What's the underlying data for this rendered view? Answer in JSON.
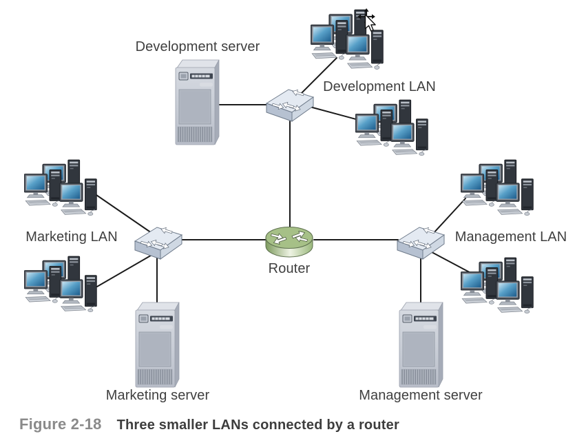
{
  "figure": {
    "number": "Figure 2-18",
    "caption": "Three smaller LANs connected by a router"
  },
  "labels": {
    "development_server": "Development server",
    "development_lan": "Development LAN",
    "marketing_lan": "Marketing LAN",
    "management_lan": "Management LAN",
    "router": "Router",
    "marketing_server": "Marketing server",
    "management_server": "Management server"
  },
  "diagram": {
    "type": "network-topology",
    "nodes": [
      {
        "id": "router",
        "kind": "router",
        "label": "Router"
      },
      {
        "id": "development-switch",
        "kind": "switch",
        "lan": "Development LAN"
      },
      {
        "id": "marketing-switch",
        "kind": "switch",
        "lan": "Marketing LAN"
      },
      {
        "id": "management-switch",
        "kind": "switch",
        "lan": "Management LAN"
      },
      {
        "id": "development-server",
        "kind": "server",
        "label": "Development server"
      },
      {
        "id": "marketing-server",
        "kind": "server",
        "label": "Marketing server"
      },
      {
        "id": "management-server",
        "kind": "server",
        "label": "Management server"
      },
      {
        "id": "development-workstations-top",
        "kind": "workstation-cluster",
        "computers": 3
      },
      {
        "id": "development-workstations-bottom",
        "kind": "workstation-cluster",
        "computers": 3
      },
      {
        "id": "marketing-workstations-top",
        "kind": "workstation-cluster",
        "computers": 3
      },
      {
        "id": "marketing-workstations-bottom",
        "kind": "workstation-cluster",
        "computers": 3
      },
      {
        "id": "management-workstations-top",
        "kind": "workstation-cluster",
        "computers": 3
      },
      {
        "id": "management-workstations-bottom",
        "kind": "workstation-cluster",
        "computers": 3
      }
    ],
    "edges": [
      [
        "development-server",
        "development-switch"
      ],
      [
        "development-workstations-top",
        "development-switch"
      ],
      [
        "development-workstations-bottom",
        "development-switch"
      ],
      [
        "development-switch",
        "router"
      ],
      [
        "router",
        "marketing-switch"
      ],
      [
        "router",
        "management-switch"
      ],
      [
        "marketing-workstations-top",
        "marketing-switch"
      ],
      [
        "marketing-workstations-bottom",
        "marketing-switch"
      ],
      [
        "marketing-switch",
        "marketing-server"
      ],
      [
        "management-workstations-top",
        "management-switch"
      ],
      [
        "management-workstations-bottom",
        "management-switch"
      ],
      [
        "management-switch",
        "management-server"
      ]
    ]
  },
  "cursor": {
    "kind": "move-pointer",
    "visible": true
  },
  "colors": {
    "background": "#ffffff",
    "line": "#1b1b1b",
    "label-text": "#3f3f3f",
    "caption-number": "#8a8a8a",
    "caption-text": "#3d3d3d",
    "router-green": "#a6c087",
    "router-outline": "#5d6f4e",
    "switch-top": "#e4eaf2",
    "switch-left": "#b6c1d1",
    "switch-right": "#cfd8e3",
    "switch-outline": "#6e7a8a",
    "server-front": "#ccd1da",
    "server-top": "#e0e3e9",
    "server-side": "#a6acb8",
    "screen-blue-light": "#c8e4f2",
    "screen-blue-dark": "#1d5c8c",
    "tower-dark": "#31363d",
    "keyboard-gray": "#cdd2d9"
  }
}
